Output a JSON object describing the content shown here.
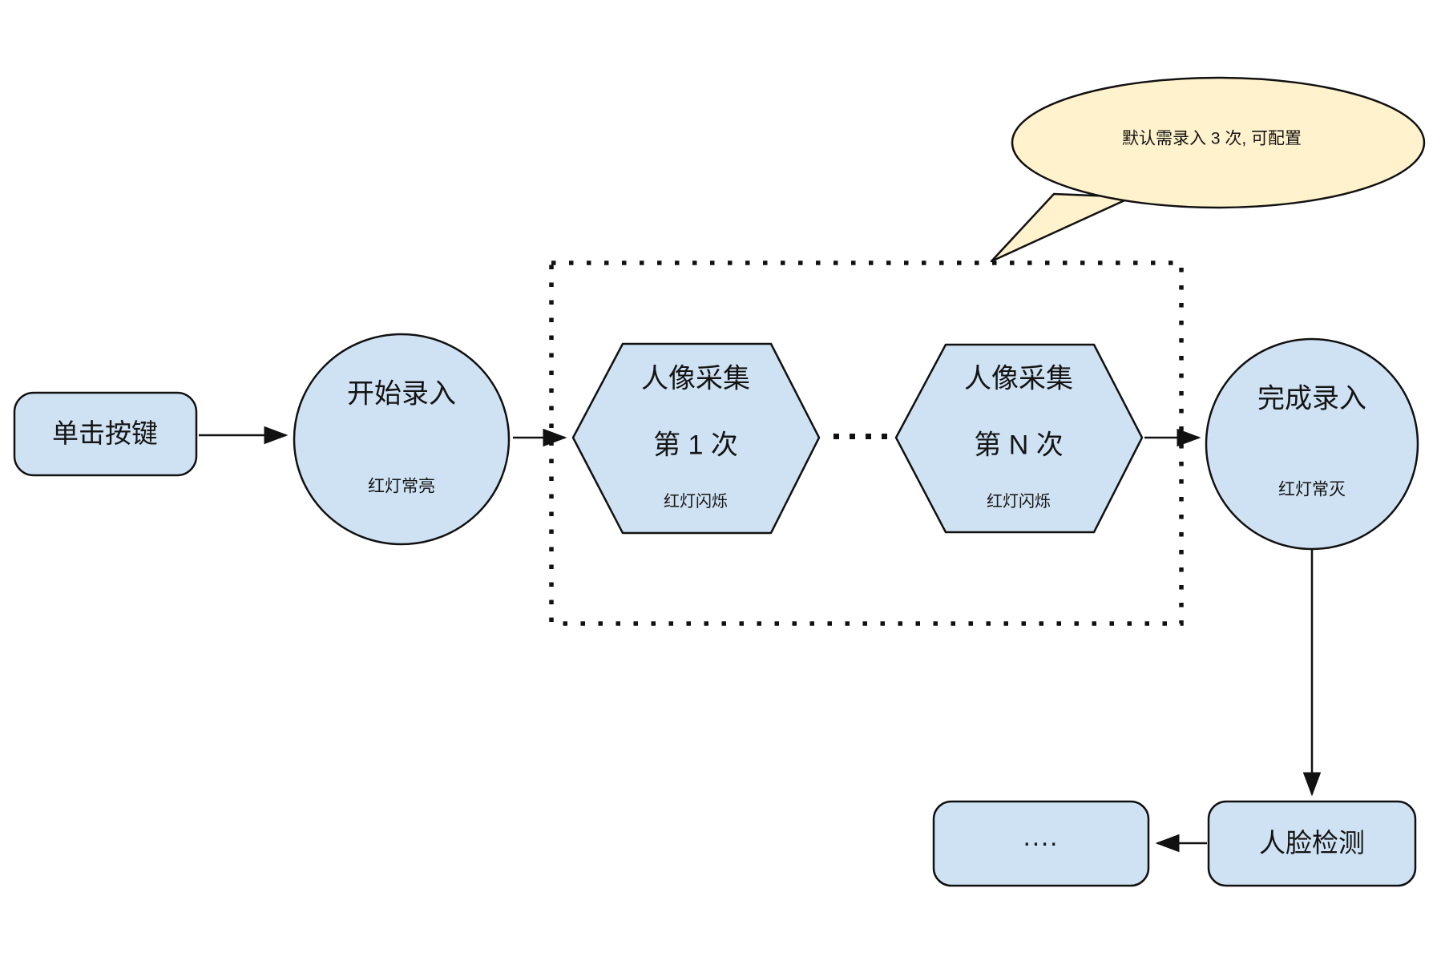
{
  "title": "face-enrollment-flow-diagram",
  "colors": {
    "node_fill": "#cfe2f3",
    "node_stroke": "#111111",
    "bubble_fill": "#fff2cc",
    "arrow": "#111111",
    "text": "#141414"
  },
  "nodes": {
    "start_button": {
      "label": "单击按键"
    },
    "start_record": {
      "label": "开始录入",
      "sublabel": "红灯常亮"
    },
    "capture_first": {
      "label": "人像采集",
      "line2": "第 1 次",
      "sublabel": "红灯闪烁"
    },
    "capture_nth": {
      "label": "人像采集",
      "line2": "第 N 次",
      "sublabel": "红灯闪烁"
    },
    "finish_record": {
      "label": "完成录入",
      "sublabel": "红灯常灭"
    },
    "face_detect": {
      "label": "人脸检测"
    },
    "more": {
      "label": "...."
    }
  },
  "callout": {
    "text": "默认需录入 3 次, 可配置"
  }
}
